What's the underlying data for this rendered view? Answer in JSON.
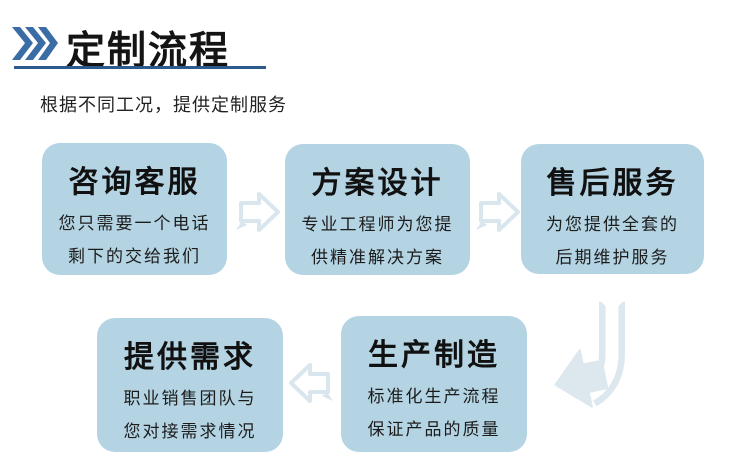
{
  "header": {
    "icon": "triple-chevron-icon",
    "title": "定制流程",
    "subtitle": "根据不同工况，提供定制服务",
    "accent_color": "#3a6da6",
    "underline_color": "#2d5a8c"
  },
  "flow": {
    "box_fill_color": "#b4d4e3",
    "arrow_color": "#d9e6ee",
    "steps": [
      {
        "title": "咨询客服",
        "lines": [
          "您只需要一个电话",
          "剩下的交给我们"
        ]
      },
      {
        "title": "方案设计",
        "lines": [
          "专业工程师为您提",
          "供精准解决方案"
        ]
      },
      {
        "title": "售后服务",
        "lines": [
          "为您提供全套的",
          "后期维护服务"
        ]
      },
      {
        "title": "提供需求",
        "lines": [
          "职业销售团队与",
          "您对接需求情况"
        ]
      },
      {
        "title": "生产制造",
        "lines": [
          "标准化生产流程",
          "保证产品的质量"
        ]
      }
    ],
    "arrows": [
      {
        "from": "咨询客服",
        "to": "方案设计",
        "direction": "right"
      },
      {
        "from": "方案设计",
        "to": "售后服务",
        "direction": "right"
      },
      {
        "from": "售后服务",
        "to": "生产制造",
        "direction": "down-left"
      },
      {
        "from": "生产制造",
        "to": "提供需求",
        "direction": "left"
      }
    ]
  }
}
